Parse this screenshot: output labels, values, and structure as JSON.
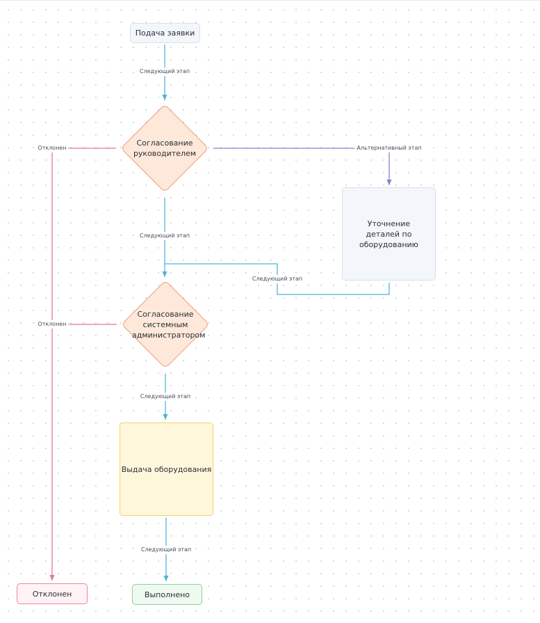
{
  "nodes": {
    "start": "Подача заявки",
    "manager_approval": "Согласование руководителем",
    "clarify": "Уточнение деталей по оборудованию",
    "sysadmin_approval": "Согласование системным администратором",
    "issue": "Выдача оборудования",
    "rejected": "Отклонен",
    "done": "Выполнено"
  },
  "edges": {
    "next_1": "Следующий этап",
    "next_2": "Следующий этап",
    "next_3": "Следующий этап",
    "next_4": "Следующий этап",
    "next_5": "Следующий этап",
    "alternative": "Альтернативный этап",
    "rejected_1": "Отклонен",
    "rejected_2": "Отклонен"
  },
  "colors": {
    "next": "#4fb3d9",
    "alternative": "#8a7fd0",
    "rejected": "#e8758a"
  }
}
